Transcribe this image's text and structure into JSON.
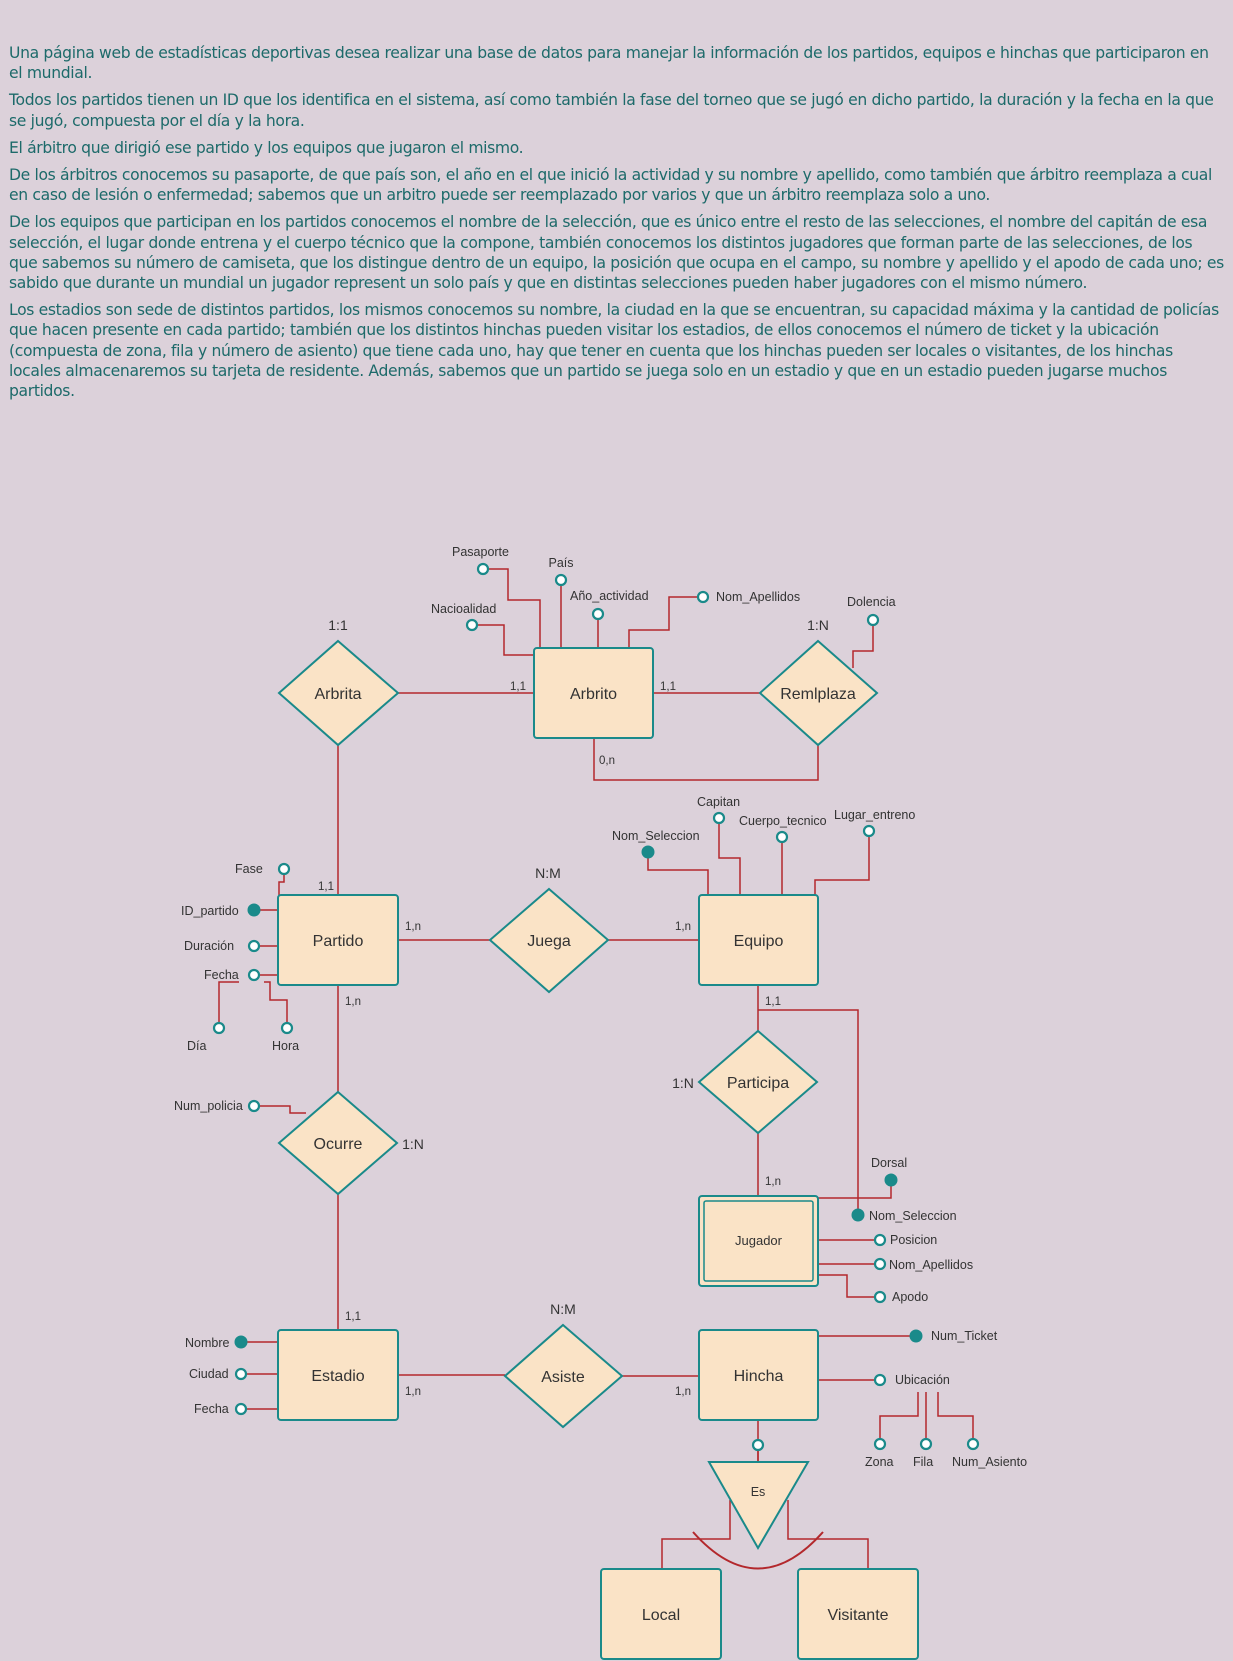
{
  "paragraphs": [
    "Una página web de estadísticas deportivas desea realizar una base de datos para manejar la información de los partidos, equipos e hinchas que participaron en el mundial.",
    "Todos los partidos tienen un ID que los identifica en el sistema, así como también la fase del torneo que se jugó en dicho partido, la duración y la fecha en la que se jugó, compuesta por el día y la hora.",
    "El árbitro que dirigió ese partido y los equipos que jugaron el mismo.",
    "De los árbitros conocemos su pasaporte, de que país son, el año en el que inició la actividad y su nombre y apellido, como también que árbitro reemplaza a cual en caso de lesión o enfermedad; sabemos que un arbitro puede ser reemplazado por varios y que un árbitro reemplaza solo a uno.",
    "De los equipos que participan en los partidos conocemos el nombre de la selección, que es único entre el resto de las selecciones, el nombre del capitán de esa selección, el lugar donde entrena y el cuerpo técnico que la compone, también conocemos los distintos jugadores que forman parte de las selecciones, de los que sabemos su número de camiseta, que los distingue dentro de un equipo, la posición que ocupa en el campo, su nombre y apellido y el apodo de cada uno; es sabido que durante un mundial un jugador represent un solo país y que en distintas selecciones pueden haber jugadores con el mismo número.",
    "Los estadios son sede de distintos partidos, los mismos conocemos su nombre, la ciudad en la que se encuentran, su capacidad máxima y la cantidad de policías que hacen presente en cada partido; también que los distintos hinchas pueden visitar los estadios, de ellos conocemos el número de ticket y la ubicación (compuesta de zona, fila y número de asiento) que tiene cada uno, hay que tener en cuenta que los hinchas pueden ser locales o visitantes, de los hinchas locales almacenaremos su tarjeta de residente. Además, sabemos que un partido se juega solo en un estadio y que en un estadio pueden jugarse muchos partidos."
  ],
  "entities": {
    "arbrito": "Arbrito",
    "partido": "Partido",
    "equipo": "Equipo",
    "jugador": "Jugador",
    "estadio": "Estadio",
    "hincha": "Hincha",
    "local": "Local",
    "visitante": "Visitante"
  },
  "relationships": {
    "arbrita": "Arbrita",
    "remlplaza": "Remlplaza",
    "juega": "Juega",
    "participa": "Participa",
    "ocurre": "Ocurre",
    "asiste": "Asiste",
    "es": "Es"
  },
  "attributes": {
    "pasaporte": "Pasaporte",
    "pais": "País",
    "nacioalidad": "Nacioalidad",
    "anio_actividad": "Año_actividad",
    "nom_apellidos_arb": "Nom_Apellidos",
    "dolencia": "Dolencia",
    "fase": "Fase",
    "id_partido": "ID_partido",
    "duracion": "Duración",
    "fecha_partido": "Fecha",
    "dia": "Día",
    "hora": "Hora",
    "num_policia": "Num_policia",
    "nom_seleccion_eq": "Nom_Seleccion",
    "capitan": "Capitan",
    "cuerpo_tecnico": "Cuerpo_tecnico",
    "lugar_entreno": "Lugar_entreno",
    "dorsal": "Dorsal",
    "nom_seleccion_jug": "Nom_Seleccion",
    "posicion": "Posicion",
    "nom_apellidos_jug": "Nom_Apellidos",
    "apodo": "Apodo",
    "nombre_est": "Nombre",
    "ciudad": "Ciudad",
    "fecha_est": "Fecha",
    "num_ticket": "Num_Ticket",
    "ubicacion": "Ubicación",
    "zona": "Zona",
    "fila": "Fila",
    "num_asiento": "Num_Asiento"
  },
  "relationship_types": {
    "arbrita": "1:1",
    "remlplaza": "1:N",
    "juega": "N:M",
    "participa": "1:N",
    "ocurre": "1:N",
    "asiste": "N:M"
  },
  "cardinalities": {
    "arbrito_arbrita": "1,1",
    "arbrito_remlplaza": "1,1",
    "arbrito_self": "0,n",
    "partido_arbrita": "1,1",
    "partido_juega": "1,n",
    "equipo_juega": "1,n",
    "partido_ocurre": "1,n",
    "equipo_participa": "1,1",
    "jugador_participa": "1,n",
    "estadio_ocurre": "1,1",
    "estadio_asiste": "1,n",
    "hincha_asiste": "1,n"
  },
  "colors": {
    "background": "#dcd1da",
    "text": "#1d6a6a",
    "entity_fill": "#fae3c6",
    "outline": "#1a8a8a",
    "line": "#b3282c"
  }
}
